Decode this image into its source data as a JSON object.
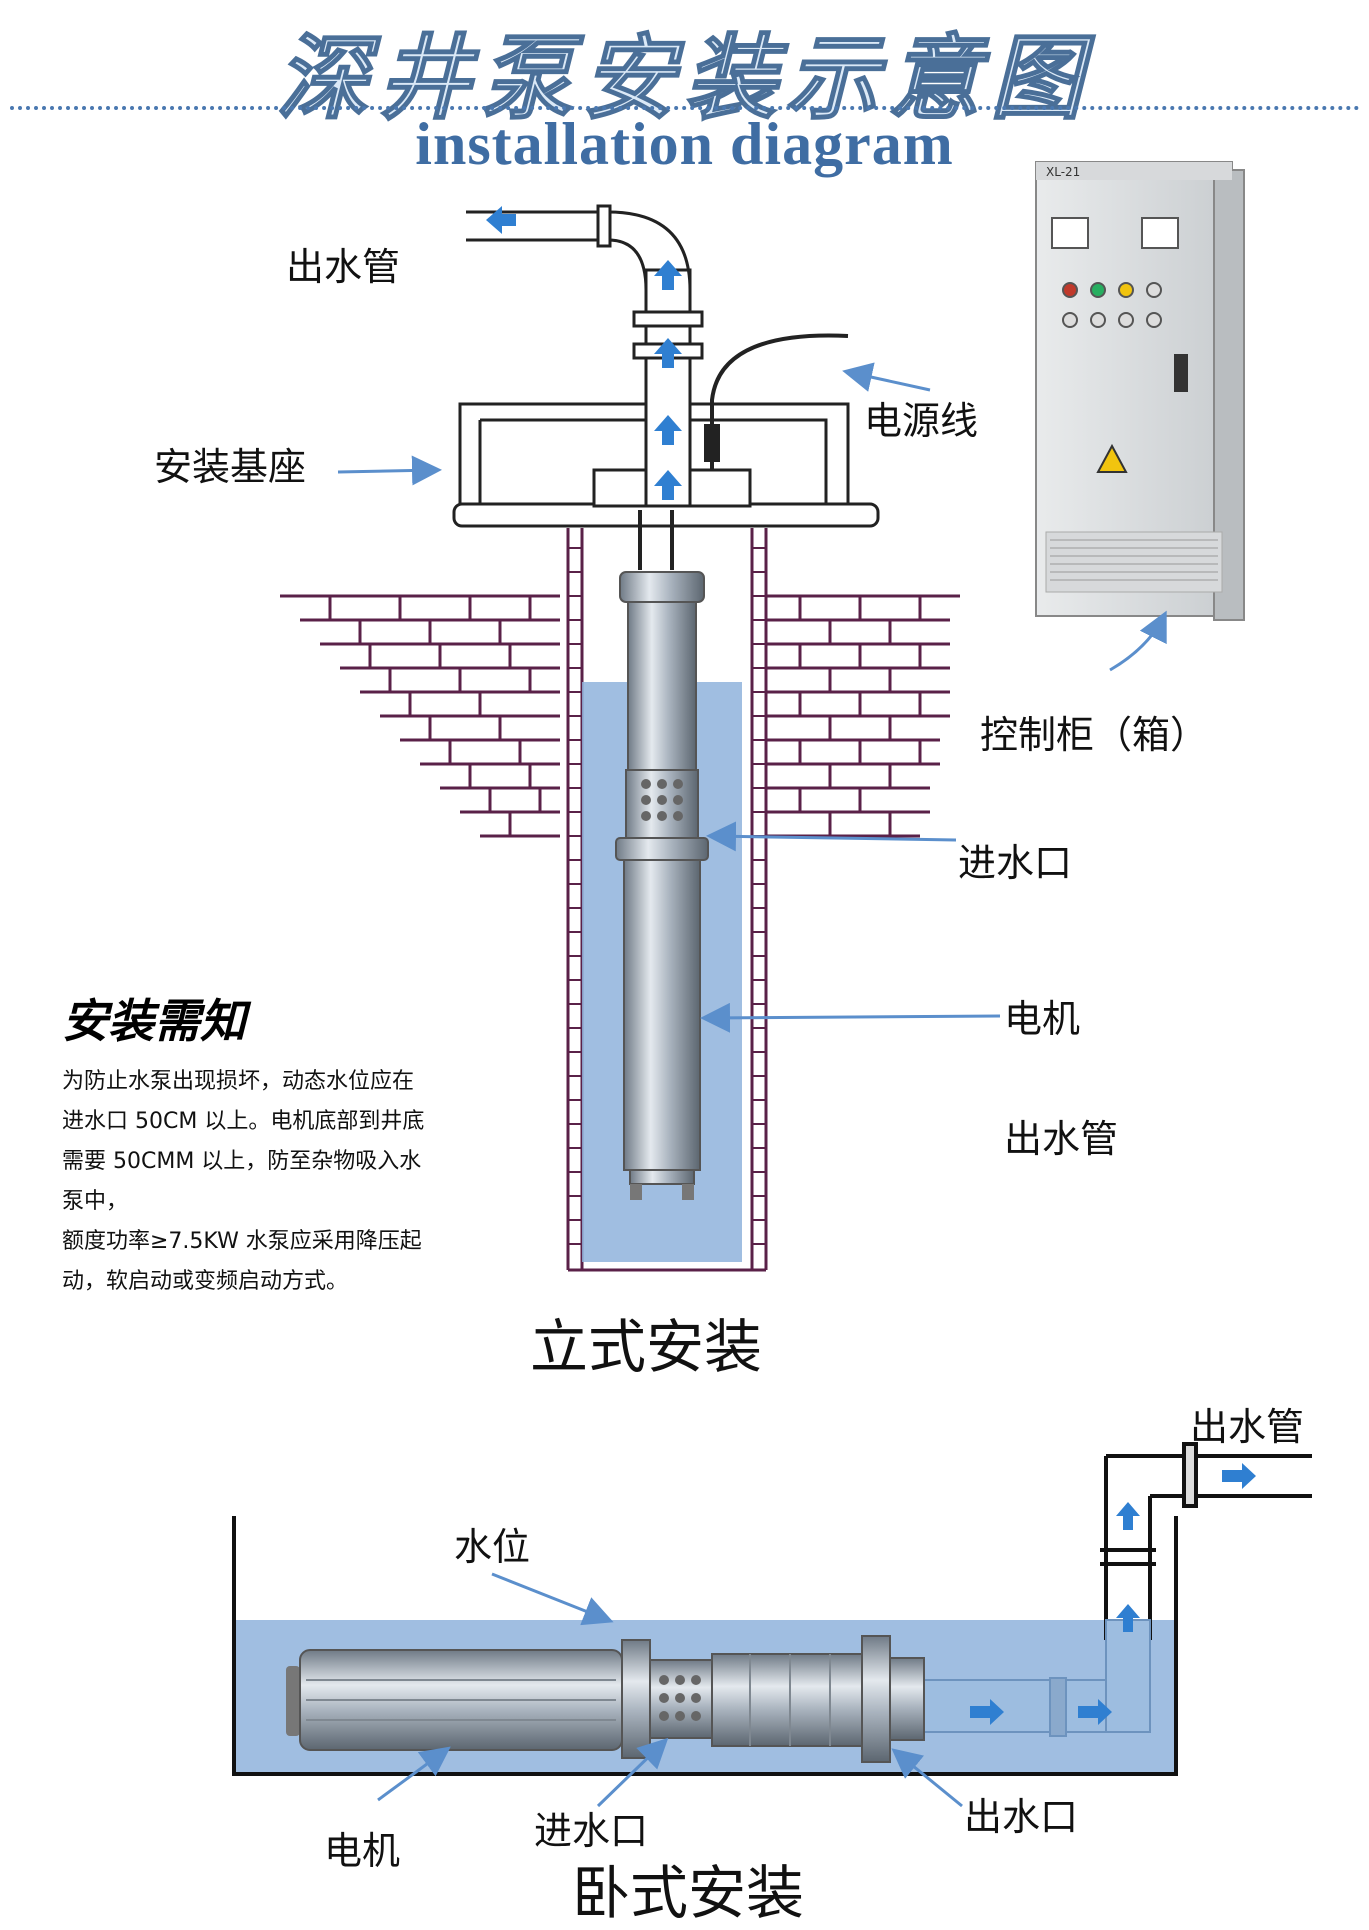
{
  "title_cn": "深井泵安装示意图",
  "title_en": "installation diagram",
  "vertical": {
    "labels": {
      "outlet_pipe": "出水管",
      "power_cable": "电源线",
      "base": "安装基座",
      "control_cabinet": "控制柜（箱）",
      "inlet": "进水口",
      "motor": "电机",
      "outlet_pipe_2": "出水管"
    },
    "cabinet_model": "XL-21",
    "section_title": "立式安装"
  },
  "notes": {
    "heading": "安装需知",
    "lines": [
      "为防止水泵出现损坏，动态水位应在",
      "进水口 50CM 以上。电机底部到井底",
      "需要 50CMM 以上，防至杂物吸入水",
      "泵中，",
      "额度功率≥7.5KW 水泵应采用降压起",
      "动，软启动或变频启动方式。"
    ]
  },
  "horizontal": {
    "labels": {
      "outlet_pipe": "出水管",
      "water_level": "水位",
      "motor": "电机",
      "inlet": "进水口",
      "outlet": "出水口"
    },
    "section_title": "卧式安装"
  },
  "colors": {
    "water": "#8fb3dc",
    "arrow": "#5b8fcc",
    "brick": "#5a2148",
    "flow_arrow": "#2f7fd1"
  }
}
